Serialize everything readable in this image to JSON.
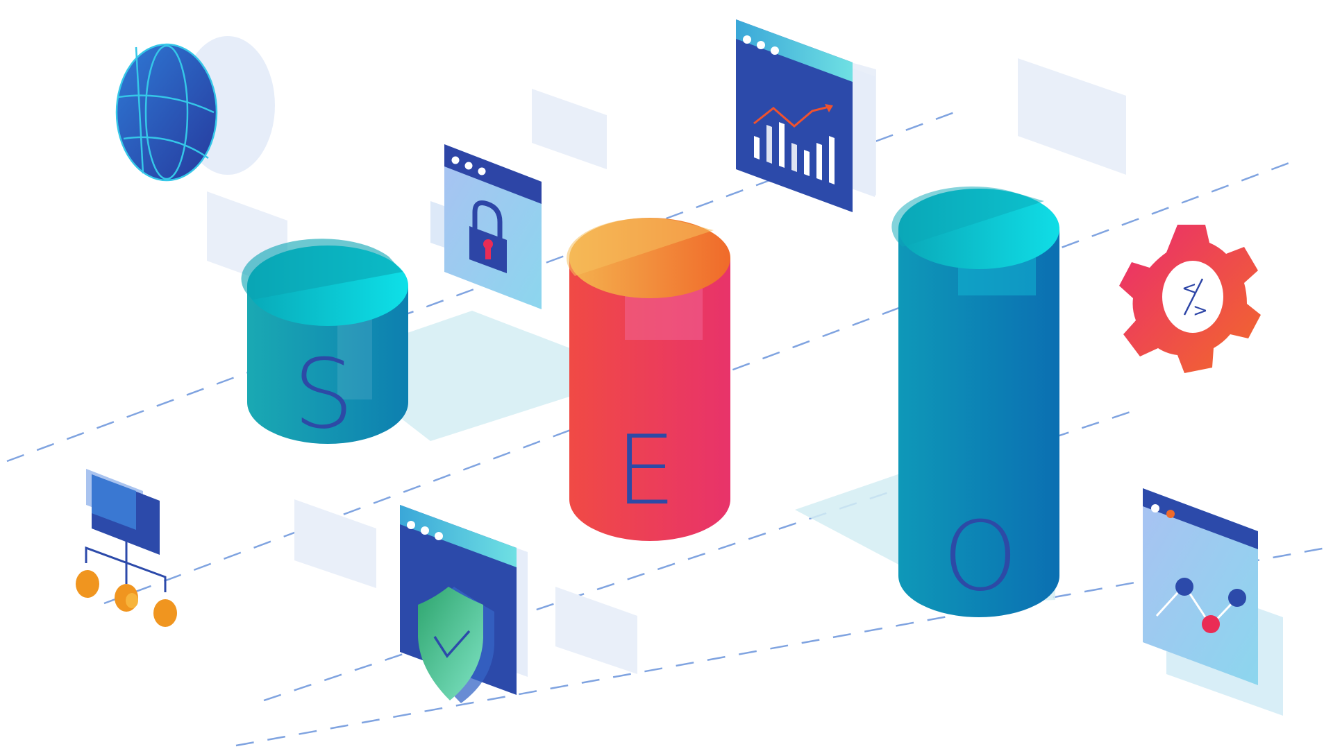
{
  "letters": {
    "s": "S",
    "e": "E",
    "o": "O"
  },
  "cylinder_colors": {
    "s": {
      "body_start": "#1aa9b3",
      "body_end": "#0d7fb0",
      "top_start": "#0ed7e3",
      "top_end": "#08a3b8"
    },
    "e": {
      "body_start": "#f04a45",
      "body_end": "#e8336a",
      "top_start": "#f7b657",
      "top_end": "#f06a2a"
    },
    "o": {
      "body_start": "#0e95b7",
      "body_end": "#0b71b3",
      "top_start": "#0fd9e4",
      "top_end": "#0aa2b8"
    }
  },
  "letter_color": "#2d4aa6",
  "dash_color": "#7fa3e0",
  "icons": [
    "globe-icon",
    "lock-window-icon",
    "chart-window-icon",
    "gear-code-icon",
    "sitemap-icon",
    "shield-window-icon",
    "graph-window-icon"
  ]
}
